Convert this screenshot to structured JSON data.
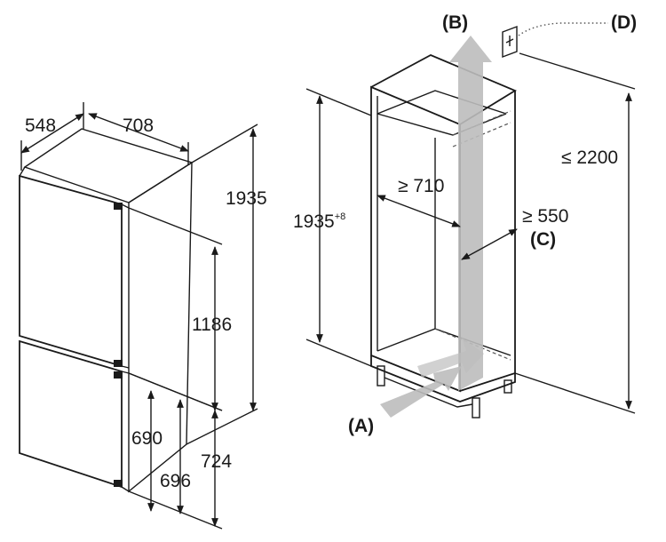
{
  "appliance": {
    "width": "548",
    "depth": "708",
    "height": "1935",
    "upper_door": "1186",
    "lower_690": "690",
    "lower_696": "696",
    "lower_724": "724"
  },
  "niche": {
    "height": "1935",
    "height_tol": "+8",
    "inner_width": "≥ 710",
    "inner_depth": "≥ 550",
    "max_height": "≤ 2200"
  },
  "markers": {
    "a": "(A)",
    "b": "(B)",
    "c": "(C)",
    "d": "(D)"
  },
  "colors": {
    "line": "#1a1a1a",
    "airflow": "#bdbdbd",
    "face": "#ffffff"
  }
}
